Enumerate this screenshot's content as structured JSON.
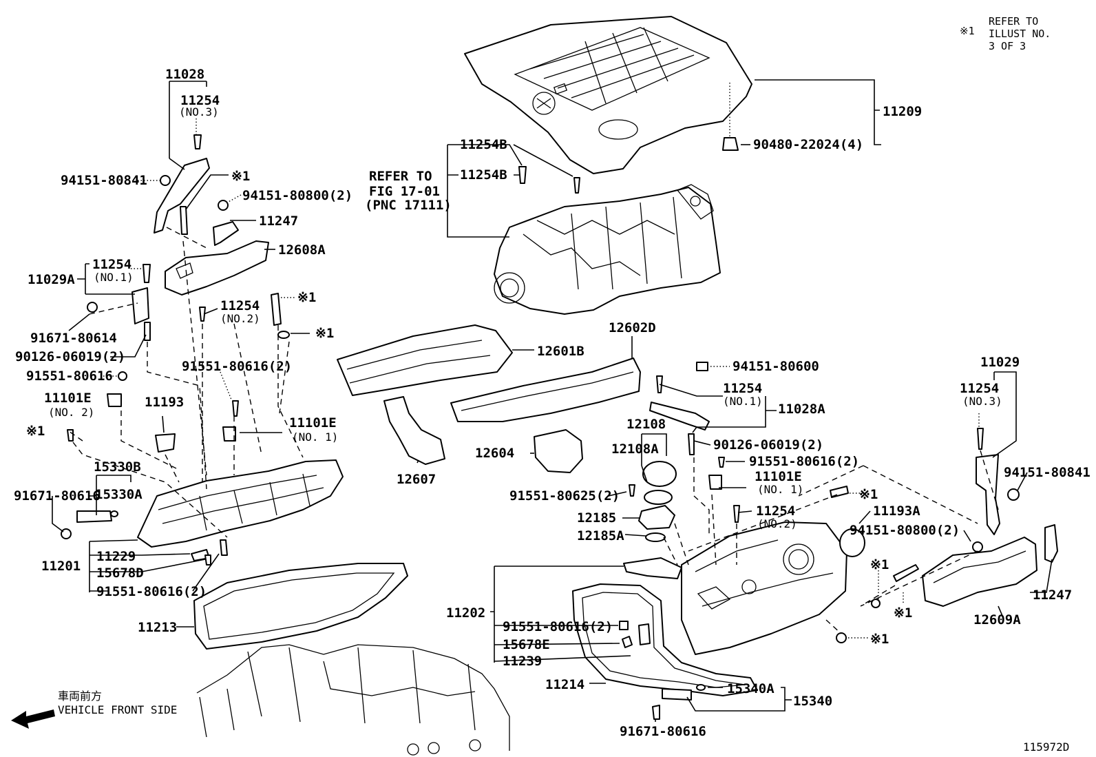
{
  "labels": {
    "p11028": "11028",
    "p11254_no3_l": "11254",
    "no3_l": "(NO.3)",
    "p94151_80841_l": "94151-80841",
    "x1_a": "※1",
    "p94151_80800_2_l": "94151-80800(2)",
    "p11247_l": "11247",
    "p12608A": "12608A",
    "p11254_no1_l": "11254",
    "no1_l": "(NO.1)",
    "p11029A": "11029A",
    "x1_b": "※1",
    "p11254_no2_l": "11254",
    "no2_l": "(NO.2)",
    "x1_c": "※1",
    "p91671_80614": "91671-80614",
    "p90126_06019_2_l": "90126-06019(2)",
    "p91551_80616_a": "91551-80616",
    "p91551_80616_2_a": "91551-80616(2)",
    "p11101E_no2": "11101E",
    "no2_e": "(NO. 2)",
    "p11193": "11193",
    "p11101E_no1_l": "11101E",
    "no1_e": "(NO. 1)",
    "x1_d": "※1",
    "p15330B": "15330B",
    "p91671_80616_l": "91671-80616",
    "p15330A": "15330A",
    "p11201": "11201",
    "p11229": "11229",
    "p15678D": "15678D",
    "p91551_80616_2_b": "91551-80616(2)",
    "p11213": "11213",
    "front_jp": "車両前方",
    "front_en": "VEHICLE FRONT SIDE",
    "p11254B_a": "11254B",
    "p11254B_b": "11254B",
    "refer_fig_1": "REFER TO",
    "refer_fig_2": "FIG 17-01",
    "refer_fig_3": "(PNC 17111)",
    "p12601B": "12601B",
    "p12602D": "12602D",
    "p12607": "12607",
    "p12604": "12604",
    "p11209": "11209",
    "p90480_22024": "90480-22024(4)",
    "refer_x1_mark": "※1",
    "refer_x1_1": "REFER TO",
    "refer_x1_2": "ILLUST NO.",
    "refer_x1_3": "3 OF 3",
    "p94151_80600": "94151-80600",
    "p11254_no1_r": "11254",
    "no1_r": "(NO.1)",
    "p11028A": "11028A",
    "p12108": "12108",
    "p12108A": "12108A",
    "p90126_06019_2_r": "90126-06019(2)",
    "p91551_80616_2_r": "91551-80616(2)",
    "p11101E_no1_r": "11101E",
    "no1_r2": "(NO. 1)",
    "p91551_80625_2": "91551-80625(2)",
    "p12185": "12185",
    "p12185A": "12185A",
    "p11254_no2_r": "11254",
    "no2_r": "(NO.2)",
    "p11193A": "11193A",
    "x1_e": "※1",
    "p11029": "11029",
    "p11254_no3_r": "11254",
    "no3_r": "(NO.3)",
    "p94151_80841_r": "94151-80841",
    "p94151_80800_2_r": "94151-80800(2)",
    "x1_f": "※1",
    "x1_g": "※1",
    "p11247_r": "11247",
    "p12609A": "12609A",
    "p11202": "11202",
    "p91551_80616_2_c": "91551-80616(2)",
    "p15678E": "15678E",
    "p11239": "11239",
    "x1_h": "※1",
    "p11214": "11214",
    "p15340A": "15340A",
    "p15340": "15340",
    "p91671_80616_r": "91671-80616",
    "illus_no": "115972D"
  }
}
